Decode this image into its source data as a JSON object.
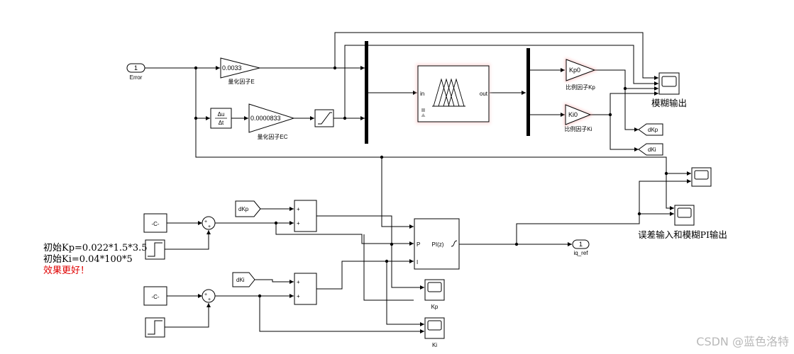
{
  "inport_error": {
    "num": "1",
    "label": "Error"
  },
  "gain_e": {
    "value": "0.0033",
    "label": "量化因子E"
  },
  "deriv": {
    "top": "Δu",
    "bot": "Δt"
  },
  "gain_ec": {
    "value": "0.0000833",
    "label": "量化因子EC"
  },
  "fuzzy": {
    "in": "in",
    "out": "out"
  },
  "gain_kp0": {
    "value": "Kp0",
    "label": "比例因子Kp"
  },
  "gain_ki0": {
    "value": "Ki0",
    "label": "比例因子Ki"
  },
  "scope_fuzzy_label": "模糊输出",
  "goto_dkp": "dKp",
  "goto_dki": "dKi",
  "scope_err_label": "误差输入和模糊PI输出",
  "const_kp": "-C-",
  "const_ki": "-C-",
  "from_dkp": "dKp",
  "from_dki": "dKi",
  "sum_signs": {
    "a": "+",
    "b": "+"
  },
  "pi": {
    "p": "P",
    "i": "I",
    "name": "PI(z)"
  },
  "outport": {
    "num": "1",
    "label": "iq_ref"
  },
  "scope_kp_label": "Kp",
  "scope_ki_label": "Ki",
  "note": {
    "line1": "初始Kp=0.022*1.5*3.5",
    "line2": "初始Ki=0.04*100*5",
    "line3": "效果更好！",
    "line3_color": "#e00000"
  },
  "watermark": "CSDN @蓝色洛特"
}
